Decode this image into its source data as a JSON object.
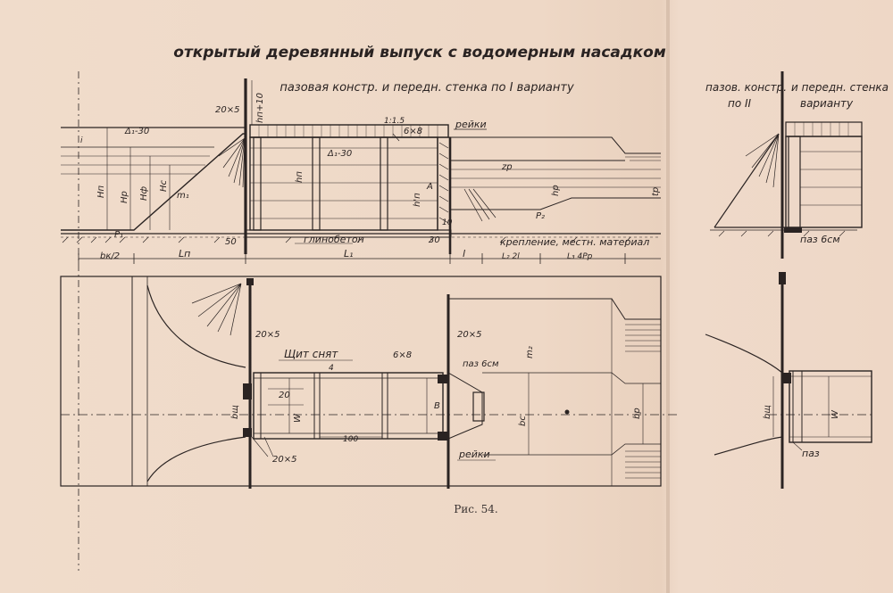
{
  "title": "открытый деревянный выпуск с водомерным насадком",
  "variant1_caption": "пазовая констр. и передн. стенка по I варианту",
  "variant2_caption_line1": "пазов. констр.",
  "variant2_caption_line2": "по II",
  "variant2_caption_line3": "и передн. стенка",
  "variant2_caption_line4": "варианту",
  "figure_caption": "Рис. 54.",
  "section": {
    "label_20x5": "20×5",
    "label_hn10": "hп+10",
    "label_delta_top": "Δ₁-30",
    "label_delta_mid": "Δ₁-30",
    "label_slope": "1:1.5",
    "label_6x8": "6×8",
    "label_reiki": "рейки",
    "label_Hn": "Hп",
    "label_Hp": "Hр",
    "label_Hf": "Hф",
    "label_Hc": "Hс",
    "label_m1": "m₁",
    "label_P1": "P₁",
    "label_hn": "hп",
    "label_hn2": "h'п",
    "label_A": "A",
    "label_10": "10",
    "label_zr": "zр",
    "label_hp": "hр",
    "label_P2": "P₂",
    "label_tr": "tр",
    "label_50": "50",
    "label_30": "30",
    "label_glinobeton": "глинобетон",
    "label_kreplenie": "крепление, местн. материал",
    "label_bk2": "bк/2",
    "label_Ln": "Lп",
    "label_L1": "L₁",
    "label_l": "l",
    "label_L2": "L₂ 2l",
    "label_L3": "L₃ 4Pр",
    "label_i": "i"
  },
  "plan": {
    "label_20x5_a": "20×5",
    "label_20x5_b": "20×5",
    "label_20x5_c": "20×5",
    "label_shchit": "Щит снят",
    "label_4": "4",
    "label_6x8": "6×8",
    "label_paz": "паз 6см",
    "label_m2": "m₂",
    "label_20": "20",
    "label_W": "W",
    "label_B": "B",
    "label_bsch": "bщ",
    "label_100": "100",
    "label_bc": "bс",
    "label_bp": "bр",
    "label_reiki": "рейки"
  },
  "variant2": {
    "label_paz_6cm": "паз 6см",
    "label_bsch": "bщ",
    "label_W": "W",
    "label_paz": "паз"
  }
}
